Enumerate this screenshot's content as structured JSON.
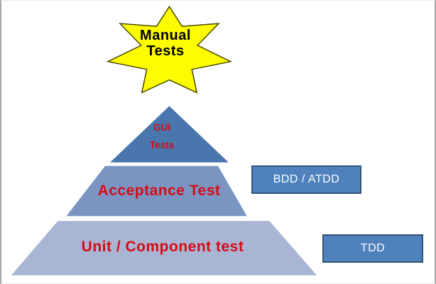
{
  "diagram": {
    "title_note": "test automation pyramid",
    "star": {
      "label": "Manual Tests"
    },
    "pyramid": {
      "levels": [
        {
          "label": "GUI Tests"
        },
        {
          "label": "Acceptance Test"
        },
        {
          "label": "Unit / Component test"
        }
      ]
    },
    "side_boxes": [
      {
        "label": "BDD / ATDD"
      },
      {
        "label": "TDD"
      }
    ],
    "colors": {
      "star_fill": "#fdfc00",
      "star_border": "#4a4a00",
      "star_text": "#000000",
      "level_top": "#4a76ae",
      "level_middle": "#7b95c3",
      "level_bottom": "#a8b5d3",
      "label_red": "#d60b16",
      "box_fill": "#4f81bd",
      "box_border": "#2f5376",
      "box_text": "#ffffff",
      "frame_border": "#a6a6a6"
    }
  }
}
